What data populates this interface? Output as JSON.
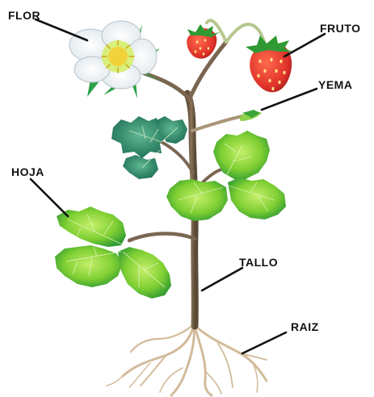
{
  "diagram": {
    "labels": {
      "flor": "FLOR",
      "fruto": "FRUTO",
      "yema": "YEMA",
      "hoja": "HOJA",
      "tallo": "TALLO",
      "raiz": "RAIZ"
    },
    "colors": {
      "stem": "#6f5c43",
      "leaf_light": "#9be03c",
      "leaf_dark": "#1f8a3b",
      "teal_leaf": "#2f8f6f",
      "strawberry": "#e0332b",
      "petal": "#ffffff",
      "root": "#d9c3a4",
      "label": "#111111"
    }
  }
}
